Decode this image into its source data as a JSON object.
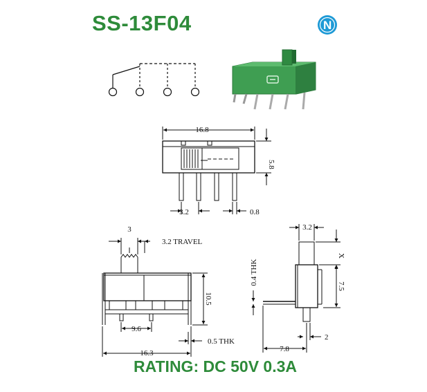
{
  "header": {
    "part_number": "SS-13F04",
    "brand_letter": "N",
    "brand_color": "#1e9ad6"
  },
  "footer": {
    "rating": "RATING: DC 50V 0.3A"
  },
  "colors": {
    "accent": "#2e8b3a",
    "switch_body": "#3f9e52",
    "line": "#111111"
  },
  "drawing": {
    "top_view": {
      "width": "16.8",
      "height": "5.8",
      "pin_pitch": "3.2",
      "pin_width": "0.8"
    },
    "front_view": {
      "actuator": "3",
      "travel": "3.2 TRAVEL",
      "height": "10.5",
      "pin_span": "9.6",
      "width": "16.3",
      "thickness": "0.5 THK"
    },
    "side_view": {
      "actuator": "3.2",
      "x_dim": "X",
      "body_height": "7.5",
      "tab_thickness": "0.4 THK",
      "depth": "7.8",
      "pin_offset": "2"
    }
  }
}
